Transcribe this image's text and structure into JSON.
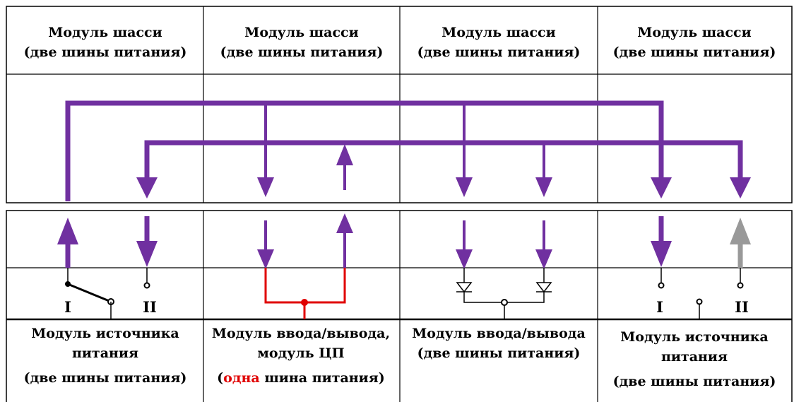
{
  "colors": {
    "bus": "#7030a0",
    "inactive_arrow": "#999999",
    "cpu_link": "#e00000",
    "highlight": "#e00000",
    "line": "#000000"
  },
  "chassis_headers": [
    {
      "line1": "Модуль шасси",
      "line2": "(две шины питания)"
    },
    {
      "line1": "Модуль шасси",
      "line2": "(две шины питания)"
    },
    {
      "line1": "Модуль шасси",
      "line2": "(две шины питания)"
    },
    {
      "line1": "Модуль шасси",
      "line2": "(две шины питания)"
    }
  ],
  "modules": [
    {
      "lines": [
        "Модуль источника",
        "питания",
        "(две шины питания)"
      ],
      "bus_labels": [
        "I",
        "II"
      ]
    },
    {
      "lines": [
        "Модуль ввода/вывода,",
        "модуль ЦП"
      ],
      "line3_parts": [
        "(",
        "одна",
        " шина питания)"
      ]
    },
    {
      "lines": [
        "Модуль ввода/вывода",
        "(две шины питания)"
      ]
    },
    {
      "lines": [
        "Модуль источника",
        "питания",
        "(две шины питания)"
      ],
      "bus_labels": [
        "I",
        "II"
      ]
    }
  ]
}
